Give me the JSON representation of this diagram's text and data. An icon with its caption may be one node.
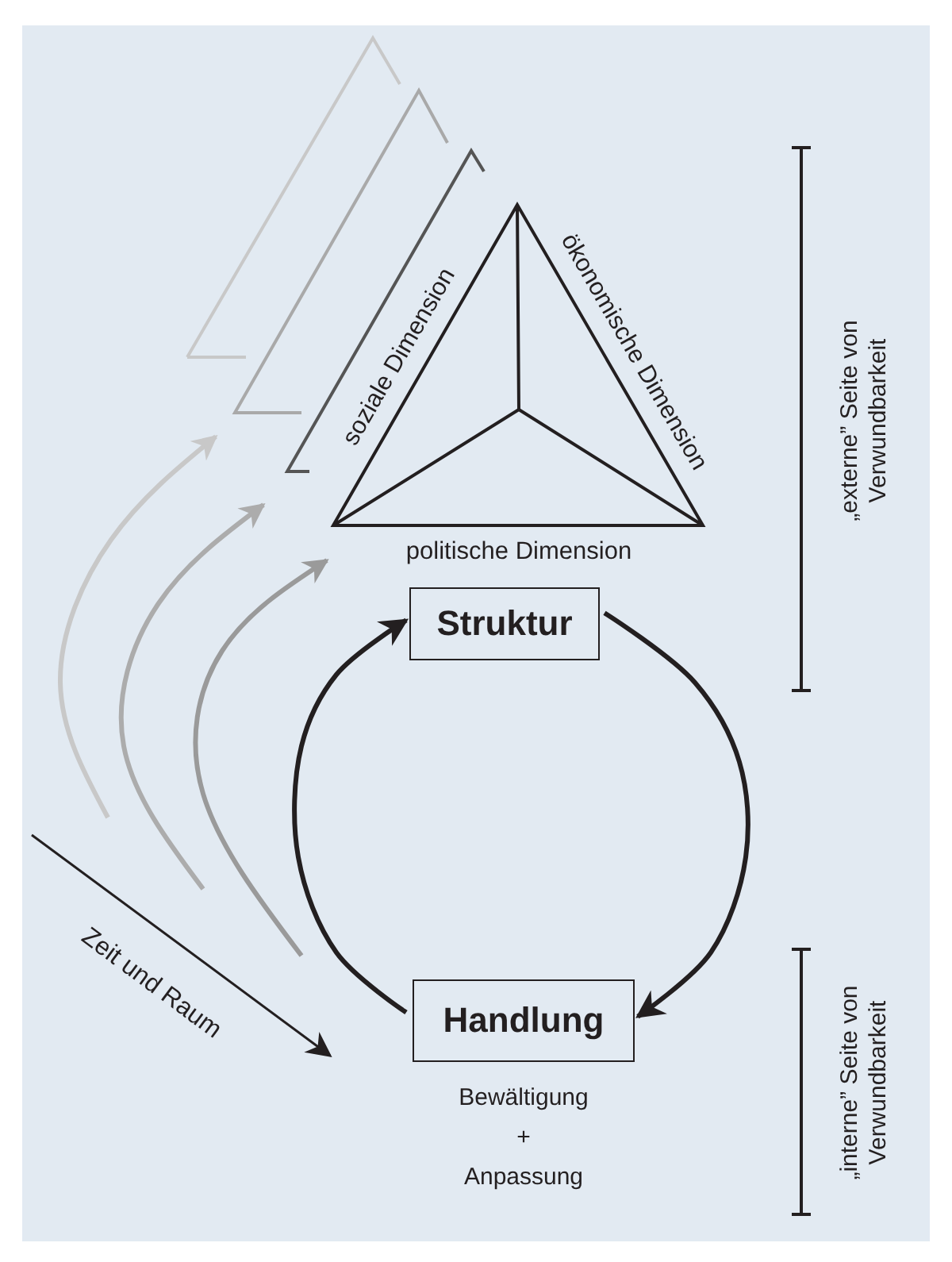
{
  "diagram": {
    "nodes": [
      {
        "text": [
          "Struktur"
        ]
      },
      {
        "text": [
          "Handlung"
        ],
        "beside": [
          "Bewältigung + Anpassung"
        ]
      },
      {
        "text": [
          "soziale Dimension",
          "ökonomische Dimension",
          "politische Dimension"
        ]
      }
    ],
    "edges": [
      {
        "from": 1,
        "to": 0,
        "arrow": "to"
      },
      {
        "from": 0,
        "to": 1,
        "arrow": "to"
      }
    ],
    "labels": [
      "Zeit und Raum",
      "„externe” Seite von Verwundbarkeit",
      "„interne” Seite von Verwundbarkeit"
    ]
  }
}
